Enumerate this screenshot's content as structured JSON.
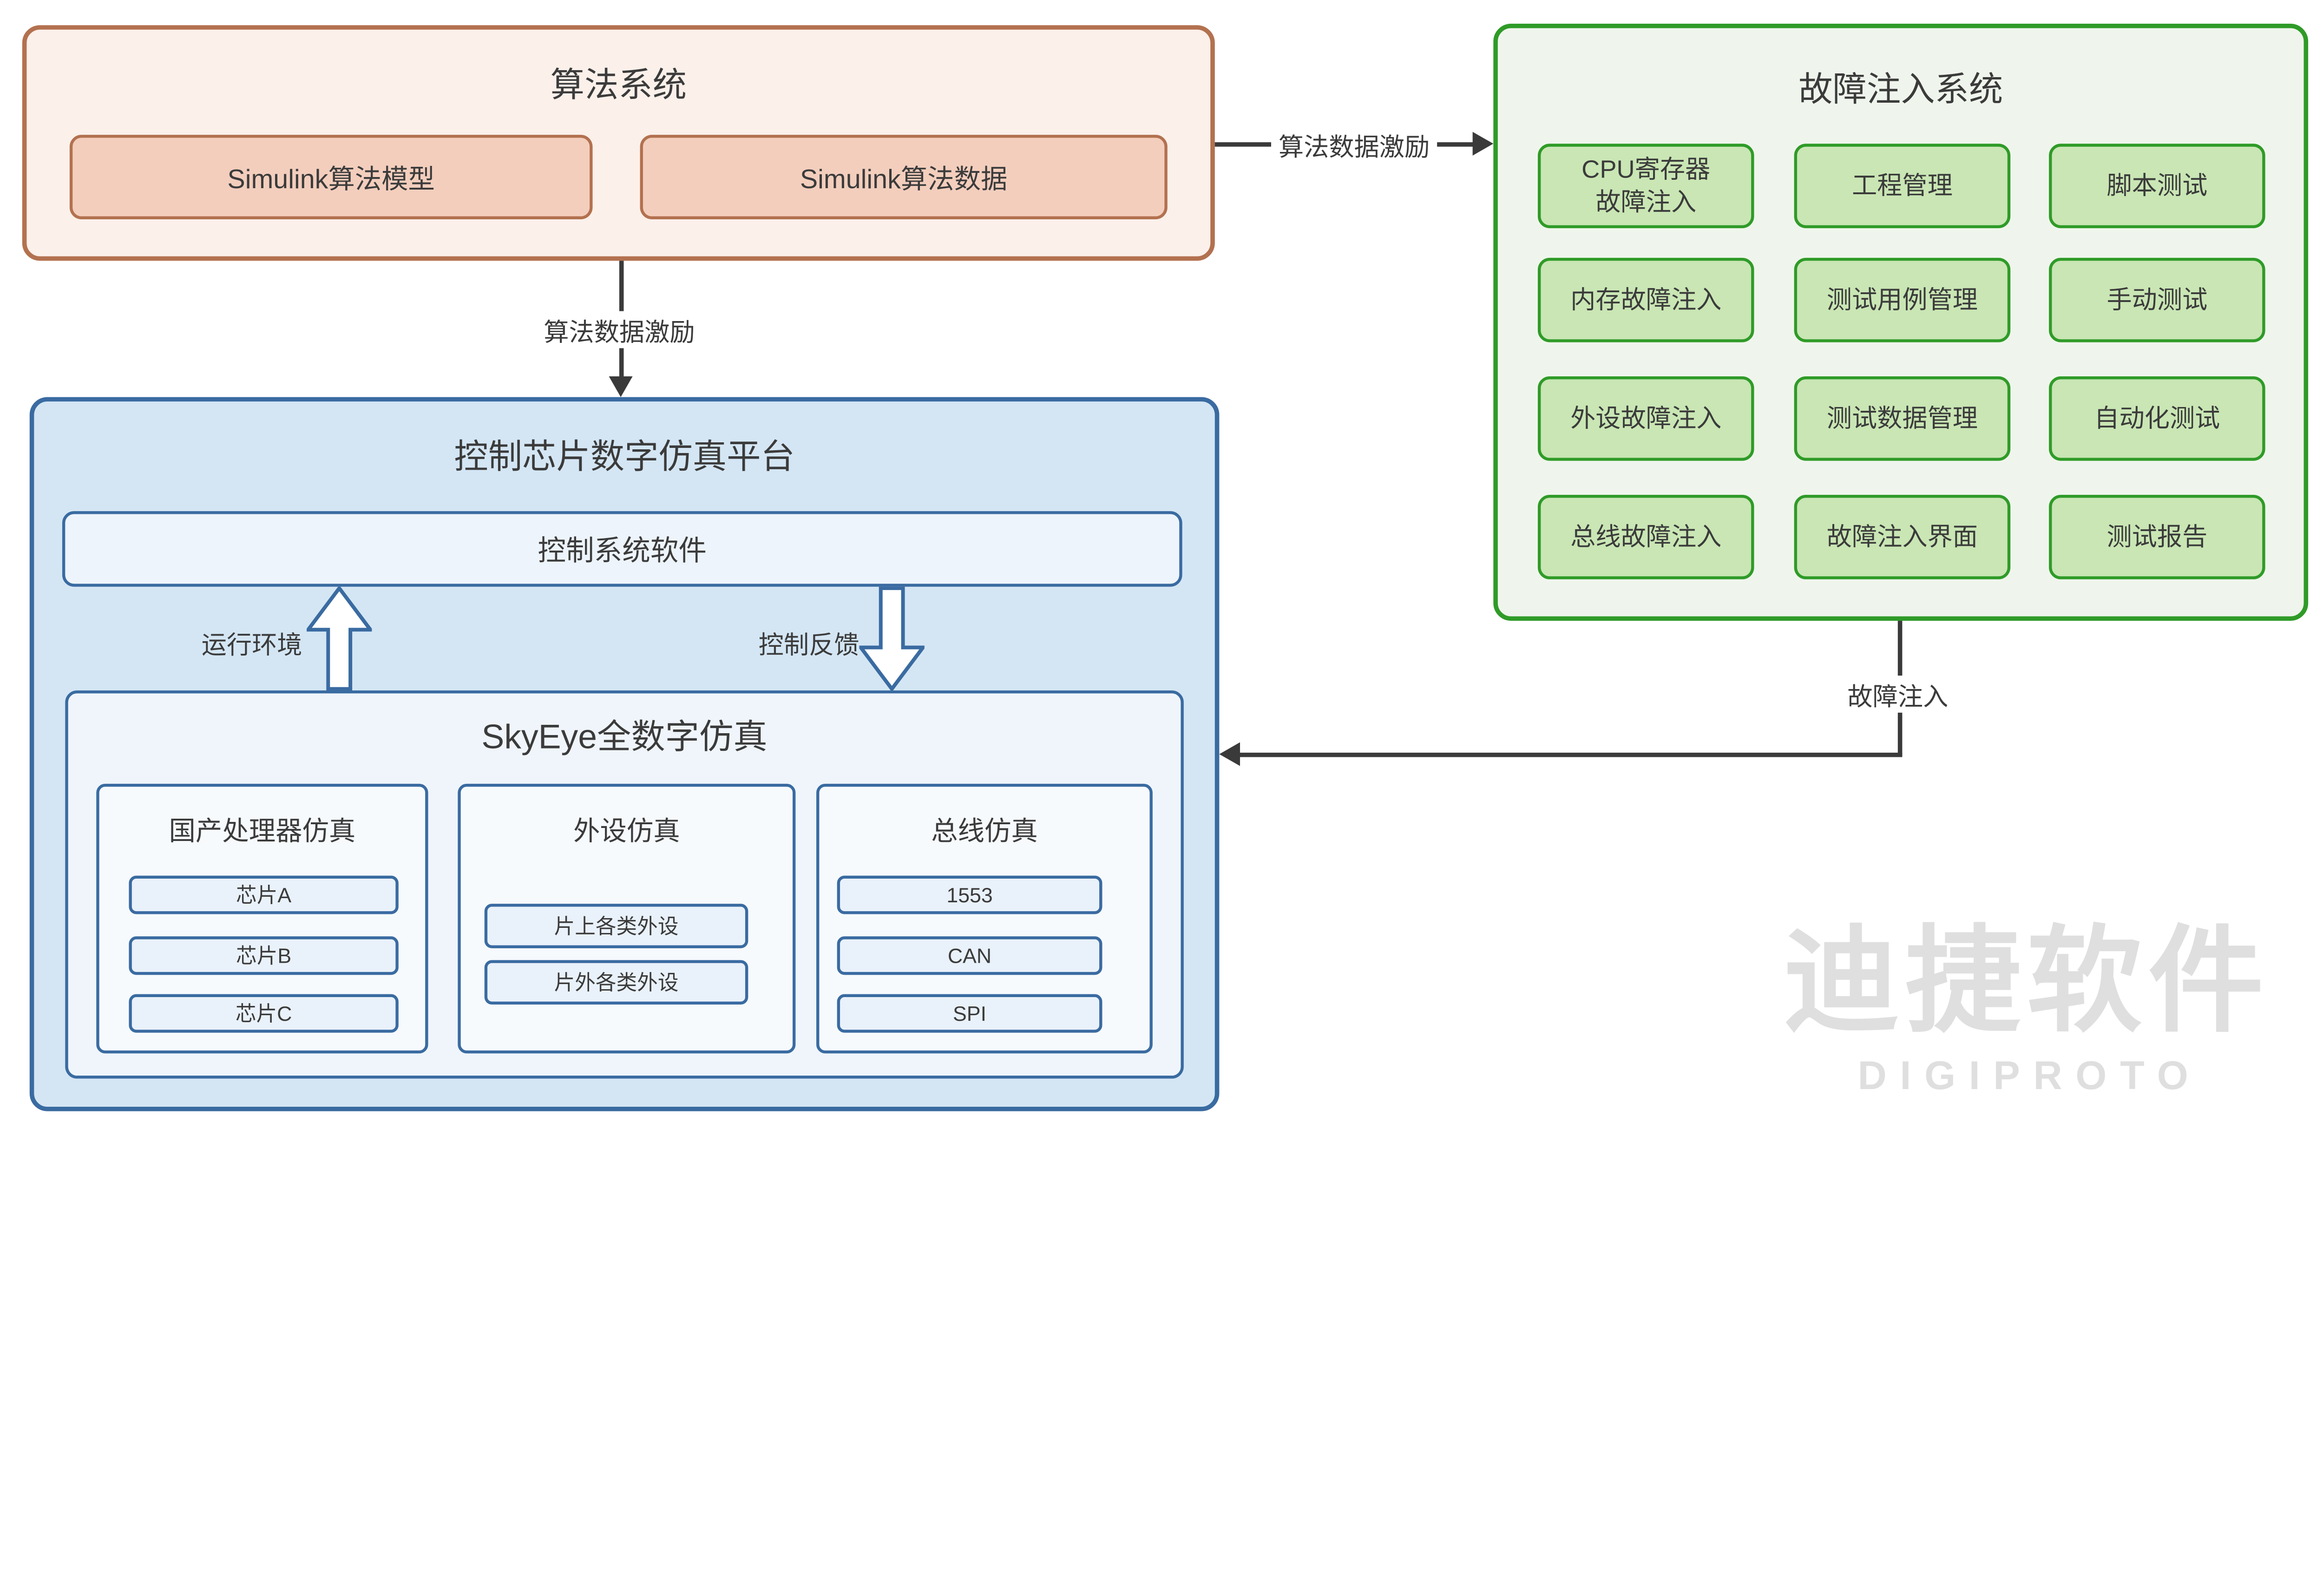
{
  "algo_system": {
    "title": "算法系统",
    "items": [
      "Simulink算法模型",
      "Simulink算法数据"
    ]
  },
  "fault_system": {
    "title": "故障注入系统",
    "cells": [
      "CPU寄存器\n故障注入",
      "工程管理",
      "脚本测试",
      "内存故障注入",
      "测试用例管理",
      "手动测试",
      "外设故障注入",
      "测试数据管理",
      "自动化测试",
      "总线故障注入",
      "故障注入界面",
      "测试报告"
    ]
  },
  "platform": {
    "title": "控制芯片数字仿真平台",
    "software": "控制系统软件",
    "skyeye": {
      "title": "SkyEye全数字仿真",
      "columns": [
        {
          "title": "国产处理器仿真",
          "items": [
            "芯片A",
            "芯片B",
            "芯片C"
          ]
        },
        {
          "title": "外设仿真",
          "items": [
            "片上各类外设",
            "片外各类外设"
          ]
        },
        {
          "title": "总线仿真",
          "items": [
            "1553",
            "CAN",
            "SPI"
          ]
        }
      ]
    }
  },
  "arrows": {
    "algo_to_fault": "算法数据激励",
    "algo_to_platform": "算法数据激励",
    "fault_to_platform": "故障注入",
    "runtime_env": "运行环境",
    "control_feedback": "控制反馈"
  },
  "watermark": {
    "cn": "迪捷软件",
    "en": "DIGIPROTO"
  },
  "colors": {
    "red_border": "#b3714f",
    "red_fill": "#fbf0ea",
    "red_cell": "#f3cebd",
    "green_border": "#2f9b28",
    "green_fill": "#eff5ec",
    "green_cell": "#c9e6b4",
    "blue_border": "#3a6ba1",
    "blue_fill": "#d4e6f4",
    "blue_inner": "#edf4fb",
    "line": "#3a3a3a",
    "text": "#3b3b3b",
    "watermark": "#dfdfdf"
  }
}
